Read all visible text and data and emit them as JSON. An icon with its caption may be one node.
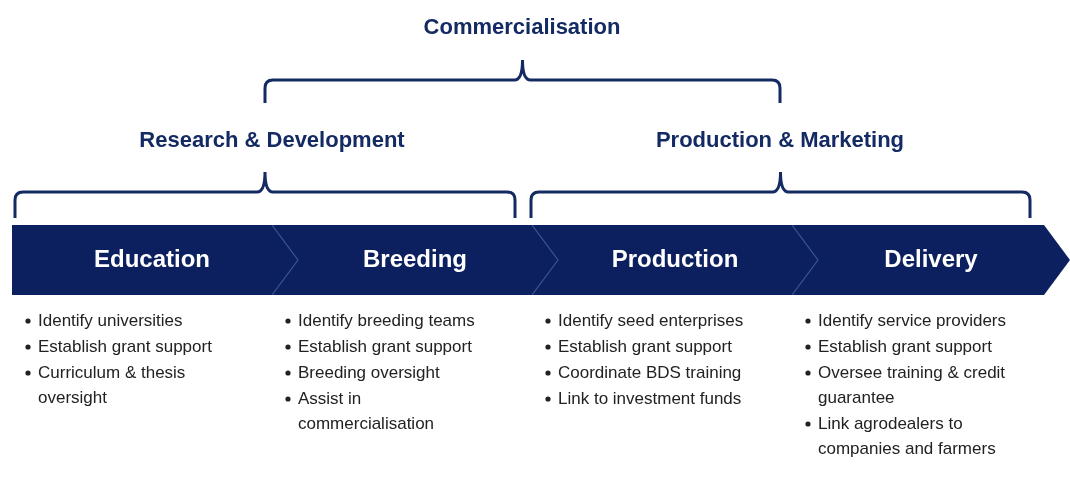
{
  "diagram": {
    "nodes": [
      {
        "text": [
          "Education"
        ],
        "beside": [
          "Identify universities",
          "Establish grant support",
          "Curriculum & thesis oversight"
        ]
      },
      {
        "text": [
          "Breeding"
        ],
        "beside": [
          "Identify breeding teams",
          "Establish grant support",
          "Breeding oversight",
          "Assist in commercialisation"
        ]
      },
      {
        "text": [
          "Production"
        ],
        "beside": [
          "Identify seed enterprises",
          "Establish grant support",
          "Coordinate BDS training",
          "Link to investment funds"
        ]
      },
      {
        "text": [
          "Delivery"
        ],
        "beside": [
          "Identify service providers",
          "Establish grant support",
          "Oversee training & credit guarantee",
          "Link agrodealers to companies and farmers"
        ]
      }
    ],
    "labels": [
      "Commercialisation",
      "Research & Development",
      "Production & Marketing"
    ]
  }
}
